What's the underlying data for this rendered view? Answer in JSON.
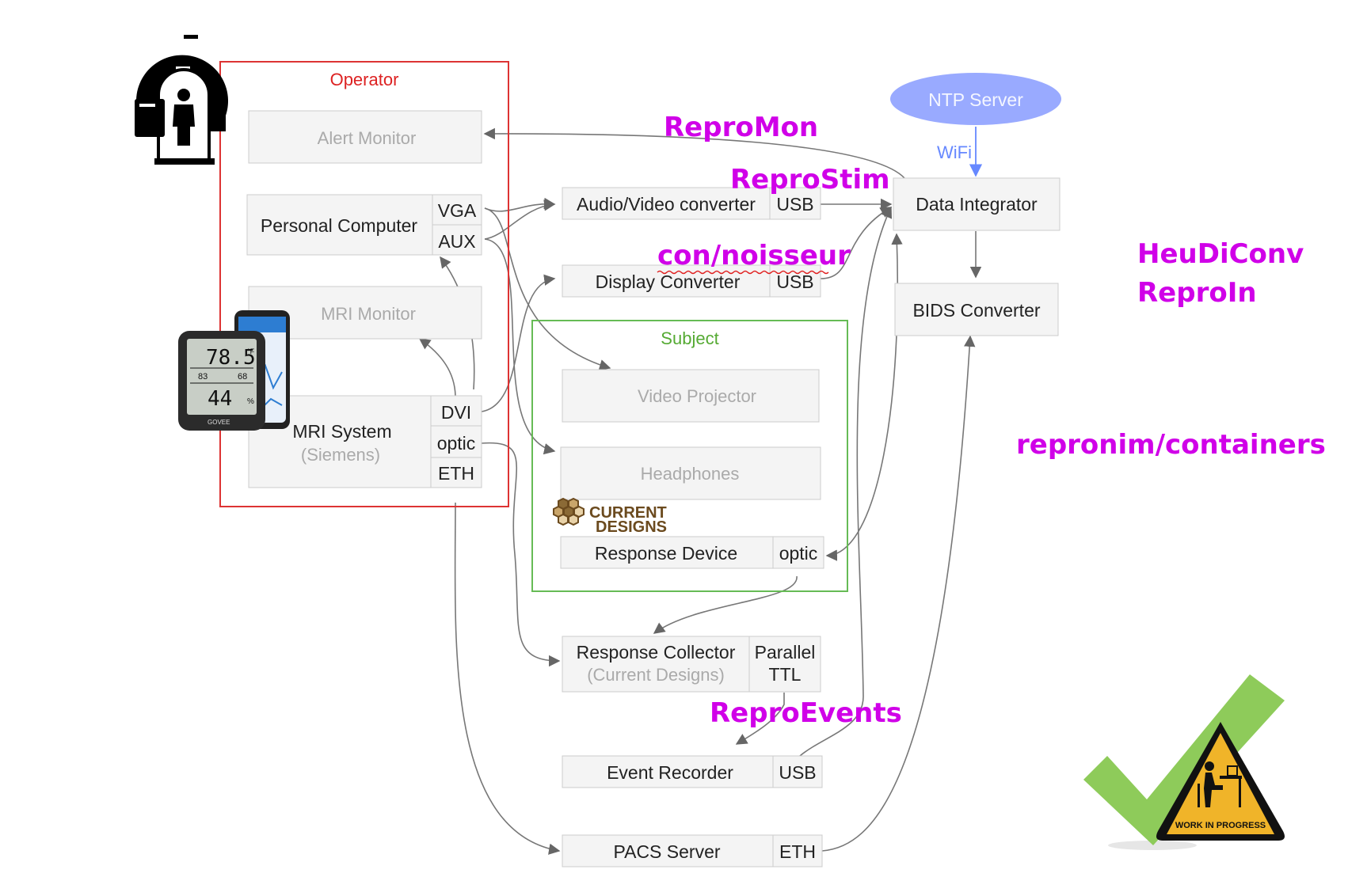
{
  "groups": {
    "operator": "Operator",
    "subject": "Subject"
  },
  "nodes": {
    "alert_monitor": "Alert Monitor",
    "personal_computer": "Personal Computer",
    "vga": "VGA",
    "aux": "AUX",
    "mri_monitor": "MRI Monitor",
    "mri_system": "MRI System",
    "mri_system_sub": "(Siemens)",
    "dvi": "DVI",
    "optic": "optic",
    "eth": "ETH",
    "av_converter": "Audio/Video converter",
    "av_usb": "USB",
    "display_converter": "Display Converter",
    "dc_usb": "USB",
    "video_projector": "Video Projector",
    "headphones": "Headphones",
    "response_device": "Response Device",
    "rd_optic": "optic",
    "response_collector": "Response Collector",
    "response_collector_sub": "(Current Designs)",
    "rc_parallel": "Parallel",
    "rc_ttl": "TTL",
    "event_recorder": "Event Recorder",
    "er_usb": "USB",
    "pacs_server": "PACS Server",
    "pacs_eth": "ETH",
    "ntp_server": "NTP Server",
    "wifi": "WiFi",
    "data_integrator": "Data Integrator",
    "bids_converter": "BIDS Converter"
  },
  "tools": {
    "repromon": "ReproMon",
    "reprostim": "ReproStim",
    "con_noisseur": "con/noisseur",
    "heudiconv": "HeuDiConv",
    "reproin": "ReproIn",
    "repronim_containers": "repronim/containers",
    "reproevents": "ReproEvents"
  },
  "badges": {
    "current_designs_line1": "CURRENT",
    "current_designs_line2": "DESIGNS",
    "work_in_progress": "WORK IN PROGRESS",
    "thermo_temp": "78.5",
    "thermo_f": "°F",
    "thermo_83": "83",
    "thermo_68": "68",
    "thermo_humidity": "44",
    "thermo_pct": "%",
    "thermo_brand": "GOVEE"
  },
  "colors": {
    "operator_border": "#dd3333",
    "operator_label": "#dd2222",
    "subject_border": "#66bb55",
    "subject_label": "#55aa33",
    "node_fill": "#f4f4f4",
    "node_border": "#cccccc",
    "faded_text": "#aaaaaa",
    "tool_label": "#d000e8",
    "ntp_fill": "#99aaff",
    "wifi_arrow": "#6688ff",
    "edge": "#666666"
  }
}
